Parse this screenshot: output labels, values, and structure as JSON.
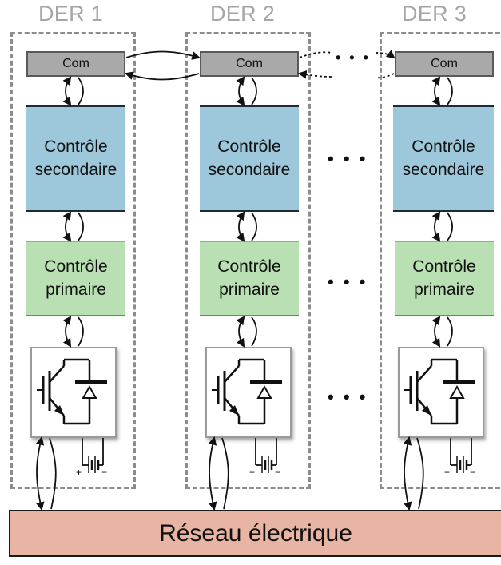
{
  "ders": [
    {
      "title": "DER 1",
      "com": "Com",
      "secondary": "Contrôle\nsecondaire",
      "primary": "Contrôle\nprimaire"
    },
    {
      "title": "DER 2",
      "com": "Com",
      "secondary": "Contrôle\nsecondaire",
      "primary": "Contrôle\nprimaire"
    },
    {
      "title": "DER 3",
      "com": "Com",
      "secondary": "Contrôle\nsecondaire",
      "primary": "Contrôle\nprimaire"
    }
  ],
  "ellipsis": "• • •",
  "grid_label": "Réseau électrique",
  "battery_plus": "+",
  "battery_minus": "−",
  "colors": {
    "com": "#a9a9a9",
    "secondary": "#9dc8dc",
    "primary": "#b9e0b2",
    "grid": "#e8b4a3",
    "title": "#a6a6a6",
    "frame": "#8c8c8c"
  }
}
